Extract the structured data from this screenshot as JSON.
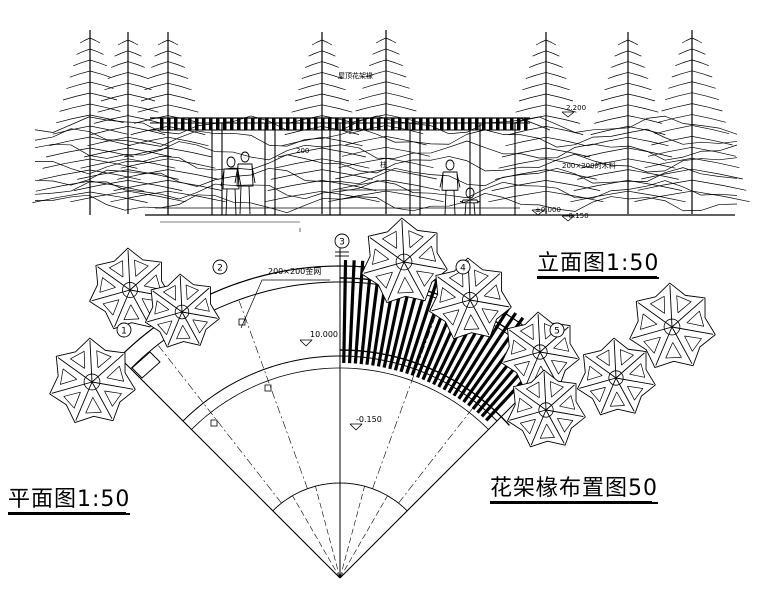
{
  "titles": {
    "elevation": "立面图1:50",
    "plan": "平面图1:50",
    "rafter_layout": "花架椽布置图50"
  },
  "annotations": {
    "rafter_note": "屋顶花架椽",
    "dim_tile": "200×200金网",
    "level_plan_top": "10.000",
    "level_plan_low": "-0.150",
    "level_elev_a": "±0.000",
    "level_elev_b": "-0.150",
    "level_elev_top": "2.200",
    "label_left": "200",
    "label_mid": "柱",
    "label_right": "200×200的木料"
  },
  "grid_markers": [
    "1",
    "2",
    "3",
    "4",
    "5"
  ],
  "colors": {
    "line": "#000000",
    "background": "#ffffff",
    "fill": "#1a1a1a"
  }
}
